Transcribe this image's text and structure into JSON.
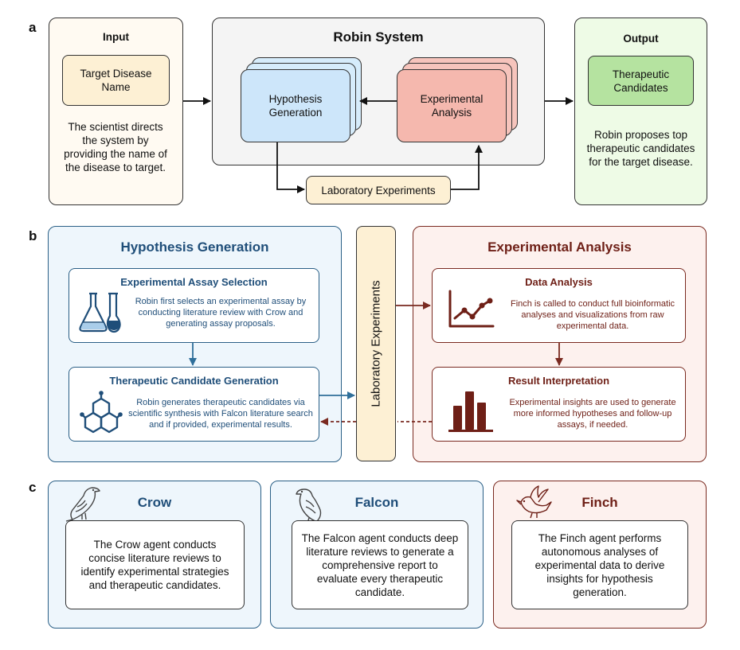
{
  "panel_a": {
    "letter": "a",
    "input": {
      "title": "Input",
      "box_label": "Target Disease Name",
      "description": "The scientist directs the system by providing the name of the disease to target."
    },
    "robin": {
      "title": "Robin System",
      "hypothesis_label": "Hypothesis Generation",
      "analysis_label": "Experimental Analysis",
      "lab_label": "Laboratory Experiments"
    },
    "output": {
      "title": "Output",
      "box_label": "Therapeutic Candidates",
      "description": "Robin proposes top therapeutic candidates for the target disease."
    }
  },
  "panel_b": {
    "letter": "b",
    "hypothesis": {
      "title": "Hypothesis Generation",
      "assay": {
        "title": "Experimental Assay Selection",
        "text": "Robin first selects an experimental assay by conducting literature review with Crow and generating assay proposals."
      },
      "candidate": {
        "title": "Therapeutic Candidate Generation",
        "text": "Robin generates therapeutic candidates via scientific synthesis with Falcon literature search and if provided, experimental results."
      }
    },
    "lab_label": "Laboratory Experiments",
    "analysis": {
      "title": "Experimental Analysis",
      "data": {
        "title": "Data Analysis",
        "text": "Finch is called to conduct full bioinformatic analyses and visualizations from raw experimental data."
      },
      "result": {
        "title": "Result Interpretation",
        "text": "Experimental insights are used to generate more informed hypotheses and follow-up assays, if needed."
      }
    }
  },
  "panel_c": {
    "letter": "c",
    "crow": {
      "name": "Crow",
      "text": "The Crow agent conducts concise literature reviews to identify experimental strategies and therapeutic candidates."
    },
    "falcon": {
      "name": "Falcon",
      "text": "The Falcon agent conducts deep literature reviews to generate a comprehensive report to evaluate every therapeutic candidate."
    },
    "finch": {
      "name": "Finch",
      "text": "The Finch agent performs autonomous analyses of experimental data to derive insights for hypothesis generation."
    }
  },
  "colors": {
    "hypothesis_blue": "#1f4e79",
    "analysis_red": "#6e1f16",
    "lab_yellow": "#fdf0d4",
    "output_green": "#b5e3a0"
  }
}
